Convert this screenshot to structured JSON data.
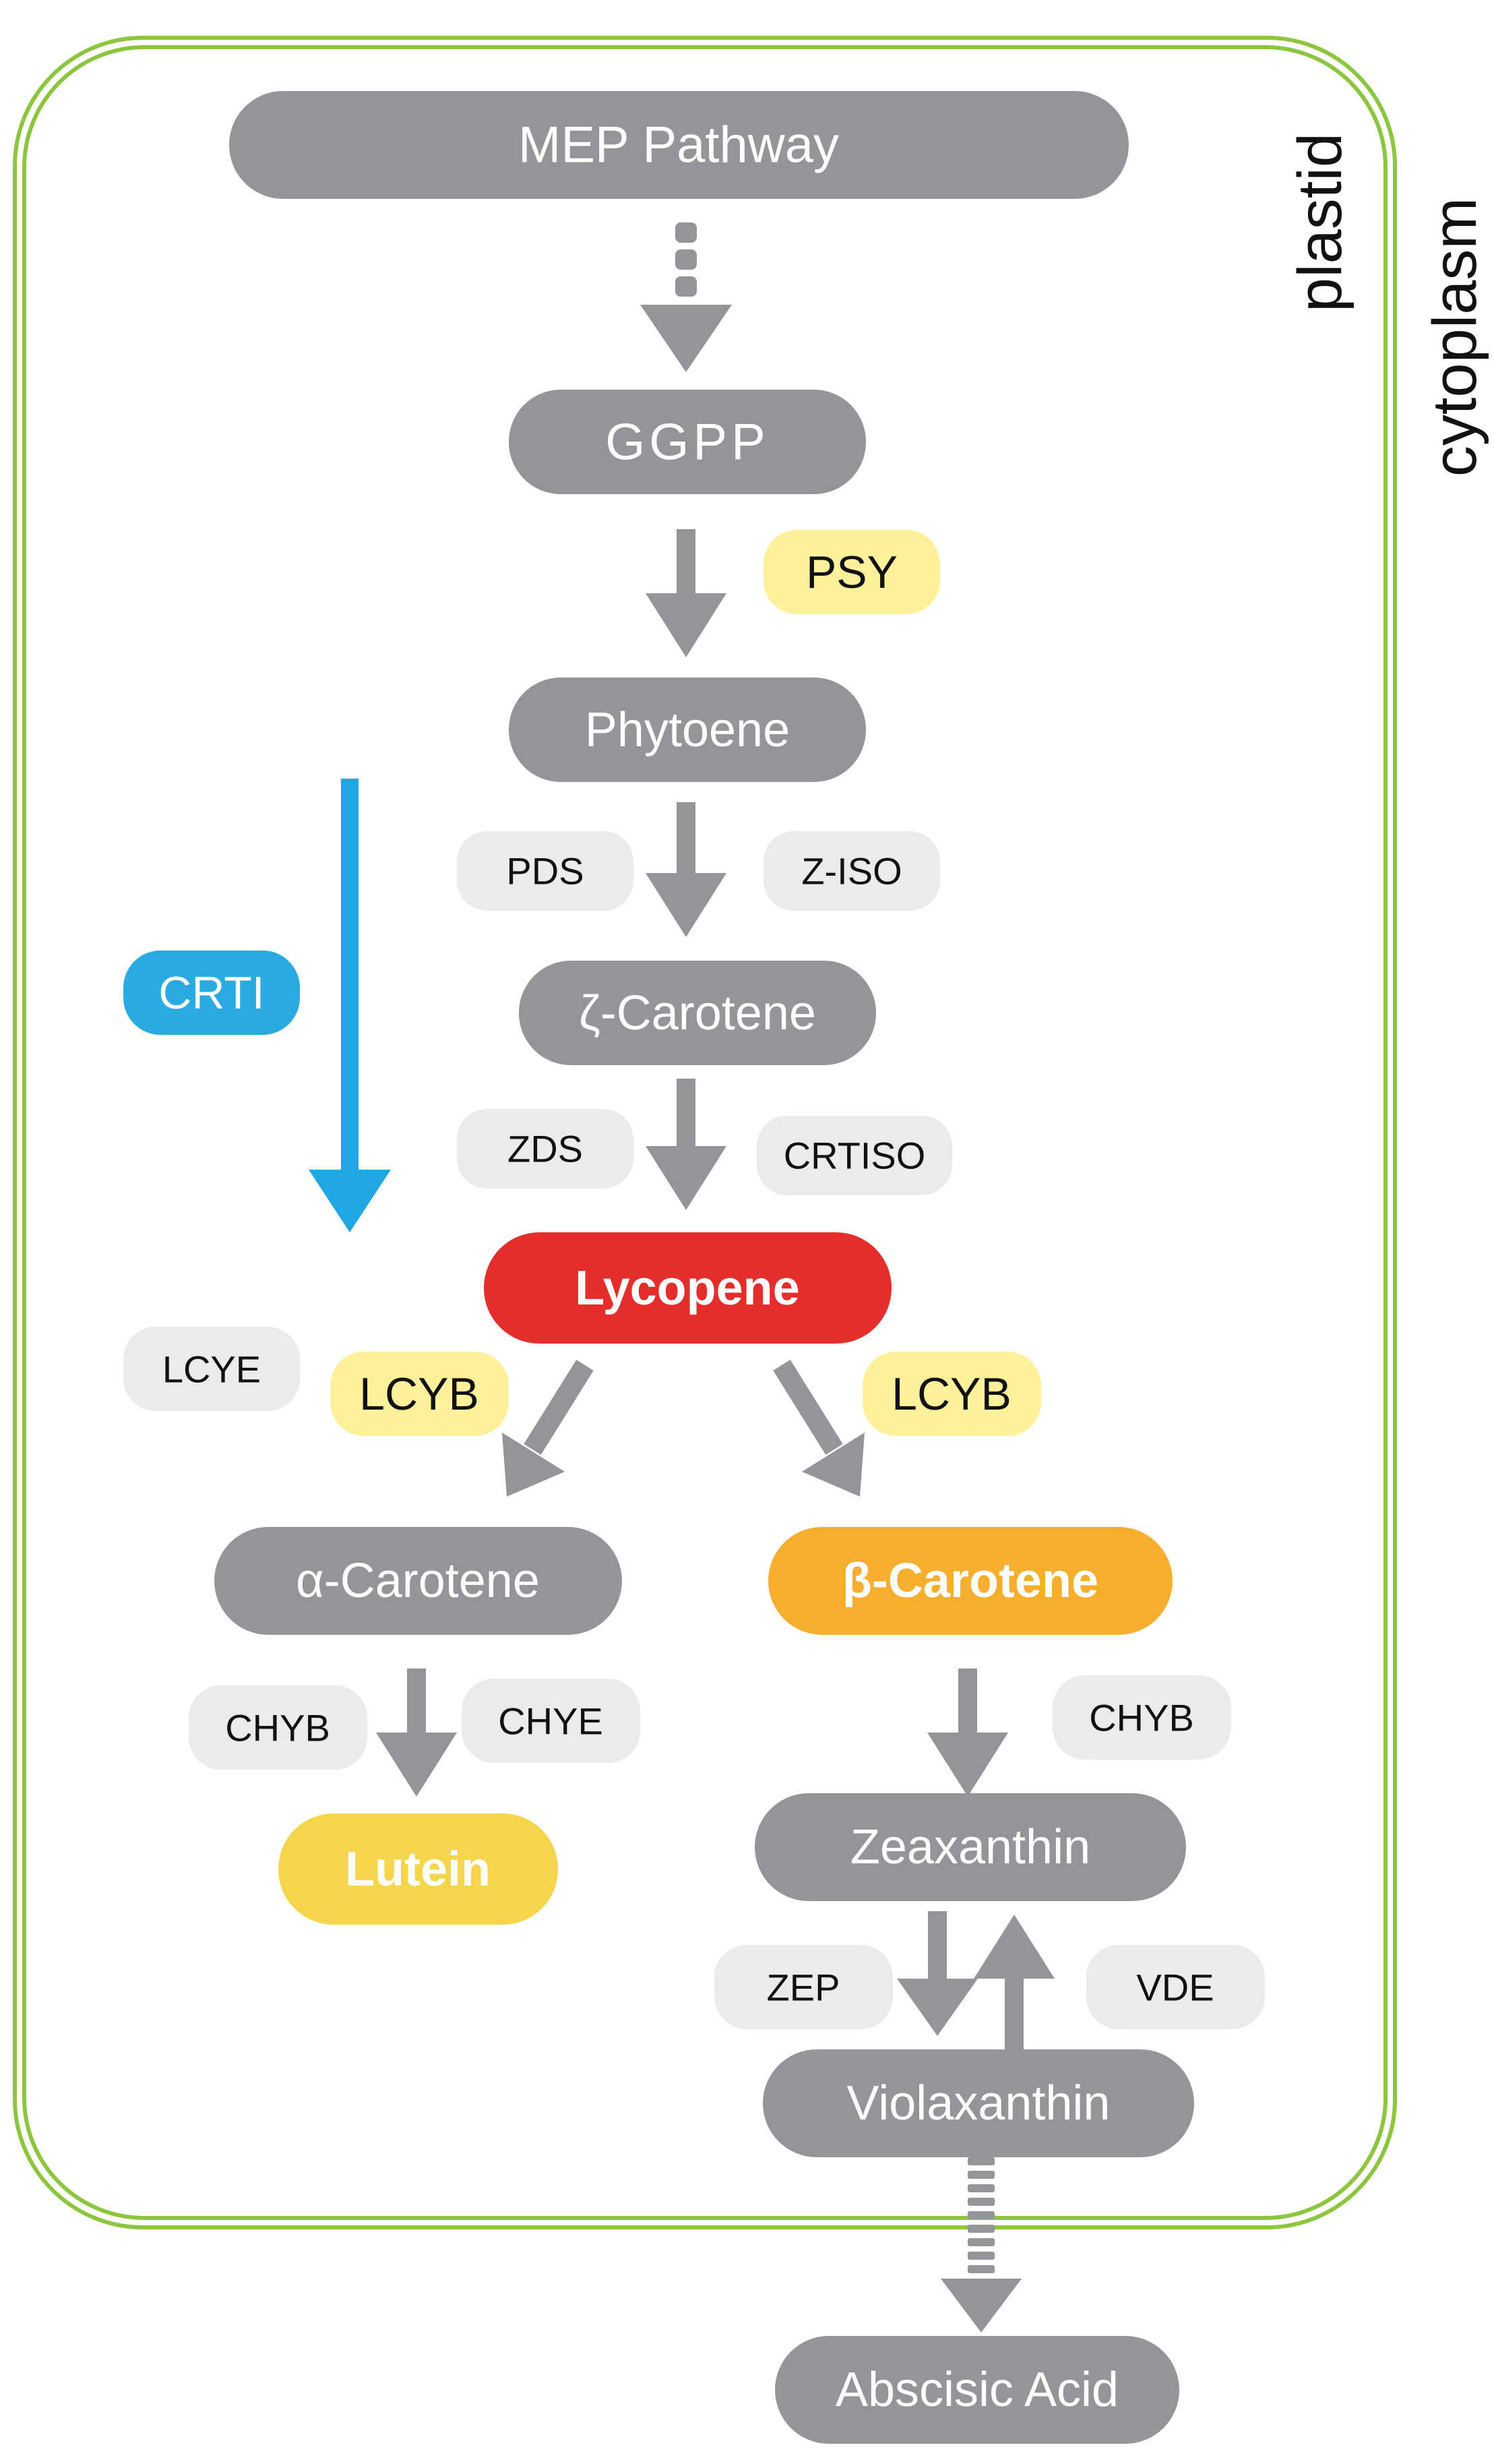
{
  "compartments": {
    "plastid_label": "plastid",
    "cytoplasm_label": "cytoplasm"
  },
  "metabolites": {
    "mep": "MEP Pathway",
    "ggpp": "GGPP",
    "phytoene": "Phytoene",
    "zeta_carotene": "ζ-Carotene",
    "lycopene": "Lycopene",
    "alpha_carotene": "α-Carotene",
    "beta_carotene": "β-Carotene",
    "lutein": "Lutein",
    "zeaxanthin": "Zeaxanthin",
    "violaxanthin": "Violaxanthin",
    "abscisic_acid": "Abscisic Acid"
  },
  "enzymes": {
    "psy": "PSY",
    "pds": "PDS",
    "z_iso": "Z-ISO",
    "zds": "ZDS",
    "crtiso": "CRTISO",
    "crti": "CRTI",
    "lcye": "LCYE",
    "lcyb_left": "LCYB",
    "lcyb_right": "LCYB",
    "chyb_left": "CHYB",
    "chye": "CHYE",
    "chyb_right": "CHYB",
    "zep": "ZEP",
    "vde": "VDE"
  },
  "colors": {
    "membrane": "#8cc63f",
    "metabolite": "#939598",
    "enzyme_gray": "#ebebeb",
    "enzyme_yellow": "#fff09b",
    "crti_blue": "#29abe2",
    "arrow_gray": "#939598",
    "arrow_blue": "#1ea7e3",
    "lycopene_red": "#e52d2b",
    "beta_carotene_orange": "#f6ae2d",
    "lutein_yellow": "#f5d64a"
  }
}
